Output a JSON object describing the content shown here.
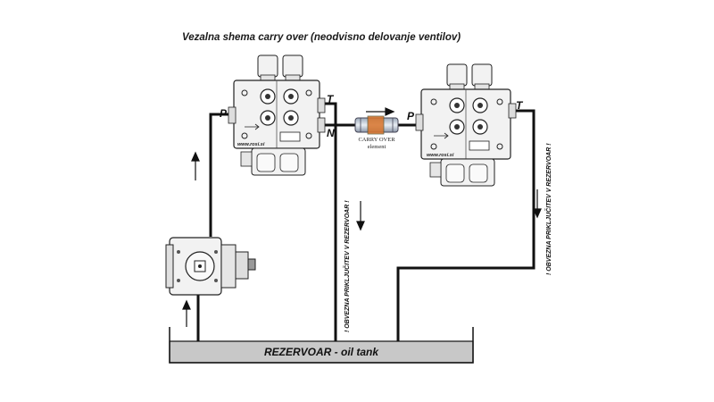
{
  "title": "Vezalna shema carry over (neodvisno delovanje ventilov)",
  "ports": {
    "valve1_p": "P",
    "valve1_t": "T",
    "valve1_n": "N",
    "valve2_p": "P",
    "valve2_t": "T"
  },
  "valve_brand": "www.rosi.si",
  "carry_over_line1": "CARRY OVER",
  "carry_over_line2": "element",
  "return_note": "! OBVEZNA PRIKLJUČITEV V REZERVOAR !",
  "tank_label": "REZERVOAR - oil tank",
  "colors": {
    "line": "#111111",
    "tank_fill": "#c8c8c8",
    "valve_body": "#f2f2f2",
    "carry_over_accent": "#d9742b"
  }
}
